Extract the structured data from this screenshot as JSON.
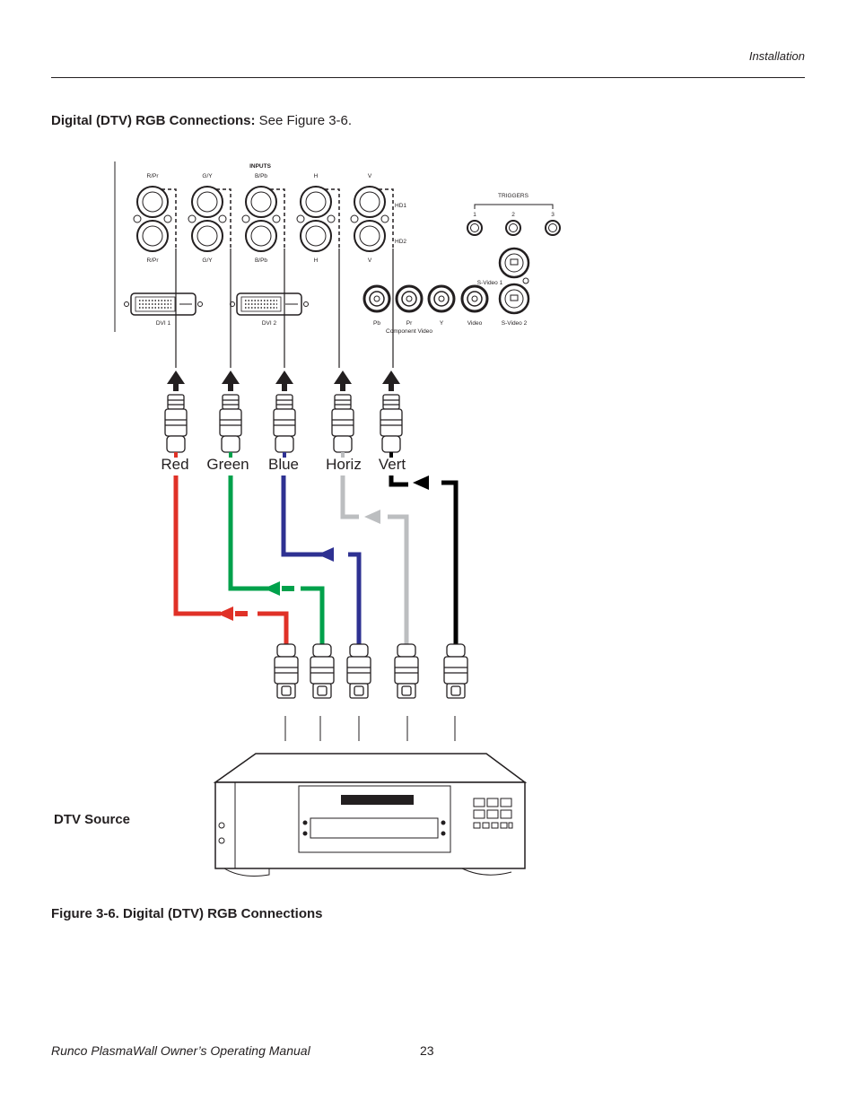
{
  "header": {
    "section": "Installation"
  },
  "heading": {
    "bold": "Digital (DTV) RGB Connections:",
    "rest": " See Figure 3-6."
  },
  "panel": {
    "inputs_title": "INPUTS",
    "bnc_top_labels": [
      "R/Pr",
      "G/Y",
      "B/Pb",
      "H",
      "V"
    ],
    "bnc_bottom_labels": [
      "R/Pr",
      "G/Y",
      "B/Pb",
      "H",
      "V"
    ],
    "hd1": "HD1",
    "hd2": "HD2",
    "dvi1": "DVI 1",
    "dvi2": "DVI 2",
    "triggers_title": "TRIGGERS",
    "triggers": [
      "1",
      "2",
      "3"
    ],
    "svideo1": "S-Video 1",
    "rca_labels": [
      "Pb",
      "Pr",
      "Y",
      "Video",
      "S-Video 2"
    ],
    "component_video": "Component Video"
  },
  "cables": [
    {
      "label": "Red",
      "color": "#e03127"
    },
    {
      "label": "Green",
      "color": "#00a14b"
    },
    {
      "label": "Blue",
      "color": "#2e3192"
    },
    {
      "label": "Horiz",
      "color": "#bcbec0"
    },
    {
      "label": "Vert",
      "color": "#000000"
    }
  ],
  "source": {
    "label": "DTV Source"
  },
  "figure_caption": "Figure 3-6. Digital (DTV) RGB Connections",
  "footer": {
    "manual_title": "Runco PlasmaWall Owner’s Operating Manual",
    "page_number": "23"
  }
}
